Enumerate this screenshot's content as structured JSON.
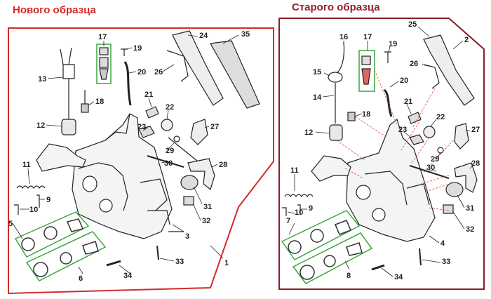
{
  "titles": {
    "new": "Нового образца",
    "old": "Старого образца"
  },
  "colors": {
    "new_frame": "#d42a2a",
    "old_frame": "#8c1a2b",
    "group_box": "#3ca63c",
    "leader": "#222222",
    "callout_old": "#e04a4a"
  },
  "labels_new": [
    "17",
    "19",
    "24",
    "35",
    "13",
    "18",
    "20",
    "26",
    "21",
    "22",
    "12",
    "23",
    "27",
    "29",
    "11",
    "30",
    "28",
    "5",
    "9",
    "10",
    "31",
    "32",
    "3",
    "6",
    "33",
    "34",
    "1"
  ],
  "labels_old": [
    "16",
    "17",
    "25",
    "2",
    "15",
    "19",
    "26",
    "14",
    "20",
    "18",
    "21",
    "12",
    "22",
    "23",
    "27",
    "29",
    "11",
    "30",
    "28",
    "10",
    "9",
    "7",
    "31",
    "32",
    "4",
    "33",
    "34",
    "8"
  ]
}
